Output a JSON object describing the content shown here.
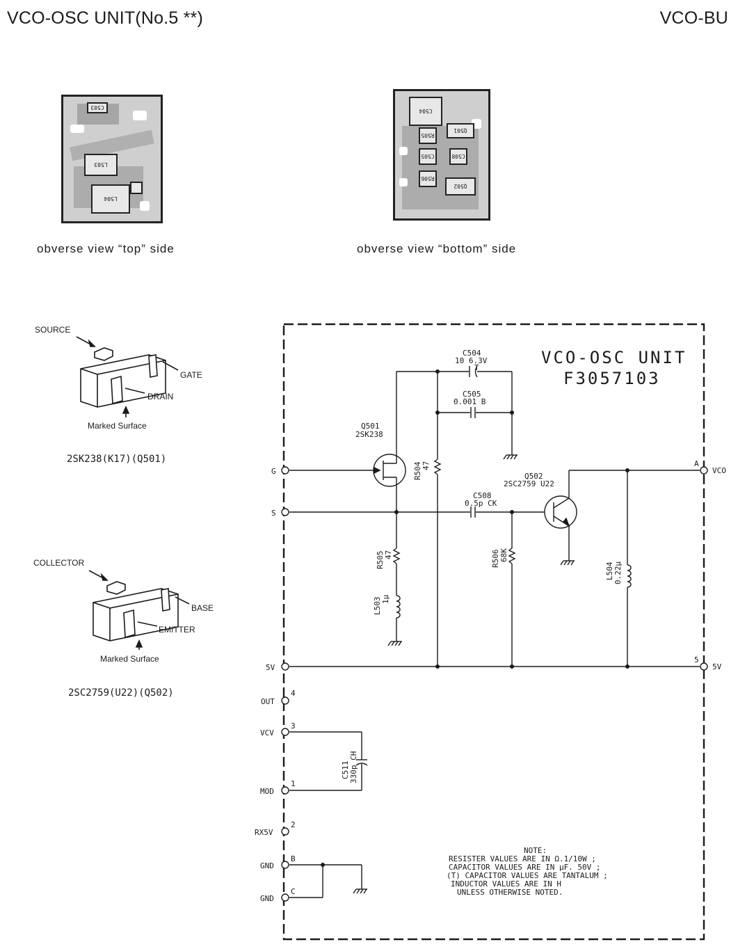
{
  "header": {
    "left_title": "VCO-OSC UNIT(No.5 **)",
    "right_title": "VCO-BU"
  },
  "board_views": {
    "top_caption": "obverse view “top” side",
    "bottom_caption": "obverse view “bottom” side",
    "top_labels": [
      "C503",
      "L503",
      "L504"
    ],
    "bottom_labels": [
      "C504",
      "Q501",
      "R505",
      "C505",
      "R506",
      "C508",
      "Q502"
    ]
  },
  "packages": [
    {
      "pins": [
        "SOURCE",
        "GATE",
        "DRAIN"
      ],
      "marked": "Marked Surface",
      "part": "2SK238(K17)(Q501)"
    },
    {
      "pins": [
        "COLLECTOR",
        "BASE",
        "EMITTER"
      ],
      "marked": "Marked Surface",
      "part": "2SC2759(U22)(Q502)"
    }
  ],
  "schematic": {
    "title": "VCO-OSC UNIT",
    "part_number": "F3057103",
    "components": {
      "c504_name": "C504",
      "c504_value": "10 6.3V",
      "c504_t": "T",
      "c505_name": "C505",
      "c505_value": "0.001 B",
      "q501_name": "Q501",
      "q501_type": "2SK238",
      "r504_name": "R504",
      "r504_value": "47",
      "c508_name": "C508",
      "c508_value": "0.5p CK",
      "q502_name": "Q502",
      "q502_type": "2SC2759 U22",
      "r505_name": "R505",
      "r505_value": "47",
      "l503_name": "L503",
      "l503_value": "1μ",
      "r506_name": "R506",
      "r506_value": "68K",
      "l504_name": "L504",
      "l504_value": "0.22μ",
      "c511_name": "C511",
      "c511_value": "330p CH"
    },
    "terminals": {
      "g": "G",
      "s": "S",
      "vco_pin": "A",
      "vco": "VCO",
      "fivev_left": "5V",
      "fivev_pin": "5",
      "fivev_right": "5V",
      "out": "OUT",
      "out_pin": "4",
      "vcv": "VCV",
      "vcv_pin": "3",
      "mod": "MOD",
      "mod_pin": "1",
      "rx5v": "RX5V",
      "rx5v_pin": "2",
      "gnd1": "GND",
      "gnd1_pin": "B",
      "gnd2": "GND",
      "gnd2_pin": "C"
    },
    "note": {
      "title": "NOTE:",
      "line1": "RESISTER  VALUES ARE  IN Ω.1/10W ;",
      "line2": "CAPACITOR VALUES ARE  IN μF. 50V ;",
      "line3": "(T) CAPACITOR VALUES ARE TANTALUM ;",
      "line4": "INDUCTOR  VALUES  ARE  IN H",
      "line5": "UNLESS  OTHERWISE  NOTED."
    }
  }
}
